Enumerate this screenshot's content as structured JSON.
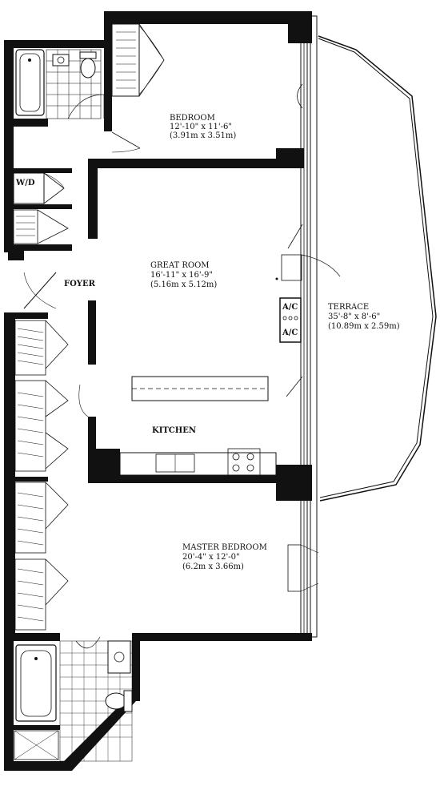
{
  "rooms": {
    "bedroom": {
      "name": "BEDROOM",
      "dim_imperial": "12'-10\" x 11'-6\"",
      "dim_metric": "(3.91m x 3.51m)"
    },
    "great_room": {
      "name": "GREAT ROOM",
      "dim_imperial": "16'-11\" x 16'-9\"",
      "dim_metric": "(5.16m x 5.12m)"
    },
    "terrace": {
      "name": "TERRACE",
      "dim_imperial": "35'-8\" x 8'-6\"",
      "dim_metric": "(10.89m x 2.59m)"
    },
    "master_bedroom": {
      "name": "MASTER BEDROOM",
      "dim_imperial": "20'-4\" x 12'-0\"",
      "dim_metric": "(6.2m x 3.66m)"
    },
    "foyer": {
      "name": "FOYER"
    },
    "kitchen": {
      "name": "KITCHEN"
    }
  },
  "fixtures": {
    "washer_dryer": "W/D",
    "ac_top": "A/C",
    "ac_bottom": "A/C"
  }
}
